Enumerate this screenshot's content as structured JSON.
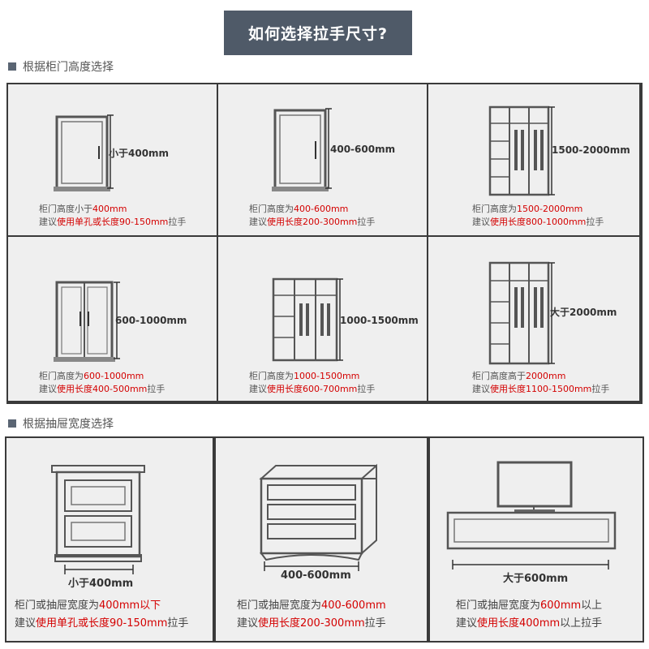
{
  "title": "如何选择拉手尺寸?",
  "section1": {
    "heading": "根据柜门高度选择",
    "cells": [
      {
        "dim": "小于400mm",
        "line1_a": "柜门高度小于",
        "line1_b": "400mm",
        "line2_a": "建议",
        "line2_b": "使用单孔或长度90-150mm",
        "line2_c": "拉手"
      },
      {
        "dim": "400-600mm",
        "line1_a": "柜门高度为",
        "line1_b": "400-600mm",
        "line2_a": "建议",
        "line2_b": "使用长度200-300mm",
        "line2_c": "拉手"
      },
      {
        "dim": "1500-2000mm",
        "line1_a": "柜门高度为",
        "line1_b": "1500-2000mm",
        "line2_a": "建议",
        "line2_b": "使用长度800-1000mm",
        "line2_c": "拉手"
      },
      {
        "dim": "600-1000mm",
        "line1_a": "柜门高度为",
        "line1_b": "600-1000mm",
        "line2_a": "建议",
        "line2_b": "使用长度400-500mm",
        "line2_c": "拉手"
      },
      {
        "dim": "1000-1500mm",
        "line1_a": "柜门高度为",
        "line1_b": "1000-1500mm",
        "line2_a": "建议",
        "line2_b": "使用长度600-700mm",
        "line2_c": "拉手"
      },
      {
        "dim": "大于2000mm",
        "line1_a": "柜门高度高于",
        "line1_b": "2000mm",
        "line2_a": "建议",
        "line2_b": "使用长度1100-1500mm",
        "line2_c": "拉手"
      }
    ]
  },
  "section2": {
    "heading": "根据抽屉宽度选择",
    "cells": [
      {
        "dim": "小于400mm",
        "line1_a": "柜门或抽屉宽度为",
        "line1_b": "400mm以下",
        "line1_c": "",
        "line2_a": "建议",
        "line2_b": "使用单孔或长度90-150mm",
        "line2_c": "拉手"
      },
      {
        "dim": "400-600mm",
        "line1_a": "柜门或抽屉宽度为",
        "line1_b": "400-600mm",
        "line1_c": "",
        "line2_a": "建议",
        "line2_b": "使用长度200-300mm",
        "line2_c": "拉手"
      },
      {
        "dim": "大于600mm",
        "line1_a": "柜门或抽屉宽度为",
        "line1_b": "600mm",
        "line1_c": "以上",
        "line2_a": "建议",
        "line2_b": "使用长度400mm",
        "line2_c": "以上拉手"
      }
    ]
  }
}
